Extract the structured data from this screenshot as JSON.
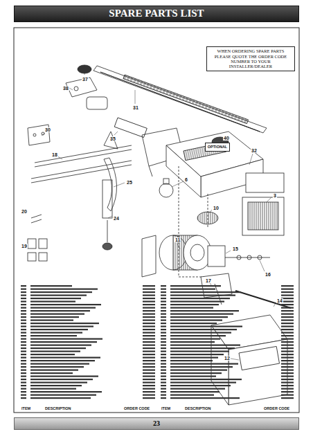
{
  "diagram": {
    "title": "SPARE PARTS LIST",
    "nodes": [
      {
        "text": [
          "SPARE PARTS LIST"
        ]
      },
      {
        "text": [
          "WHEN ORDERING SPARE PARTS PLEASE QUOTE THE ORDER CODE NUMBER TO YOUR INSTALLER/DEALER"
        ]
      },
      {
        "text": [
          "OPTIONAL"
        ]
      },
      {
        "text": [
          "23"
        ]
      }
    ],
    "labels": [
      "37",
      "38",
      "31",
      "35",
      "30",
      "18",
      "25",
      "24",
      "20",
      "19",
      "40",
      "32",
      "6",
      "10",
      "3",
      "11",
      "15",
      "16",
      "17",
      "14",
      "12",
      "ITEM",
      "DESCRIPTION",
      "ORDER CODE",
      "ITEM",
      "DESCRIPTION",
      "ORDER CODE"
    ]
  }
}
